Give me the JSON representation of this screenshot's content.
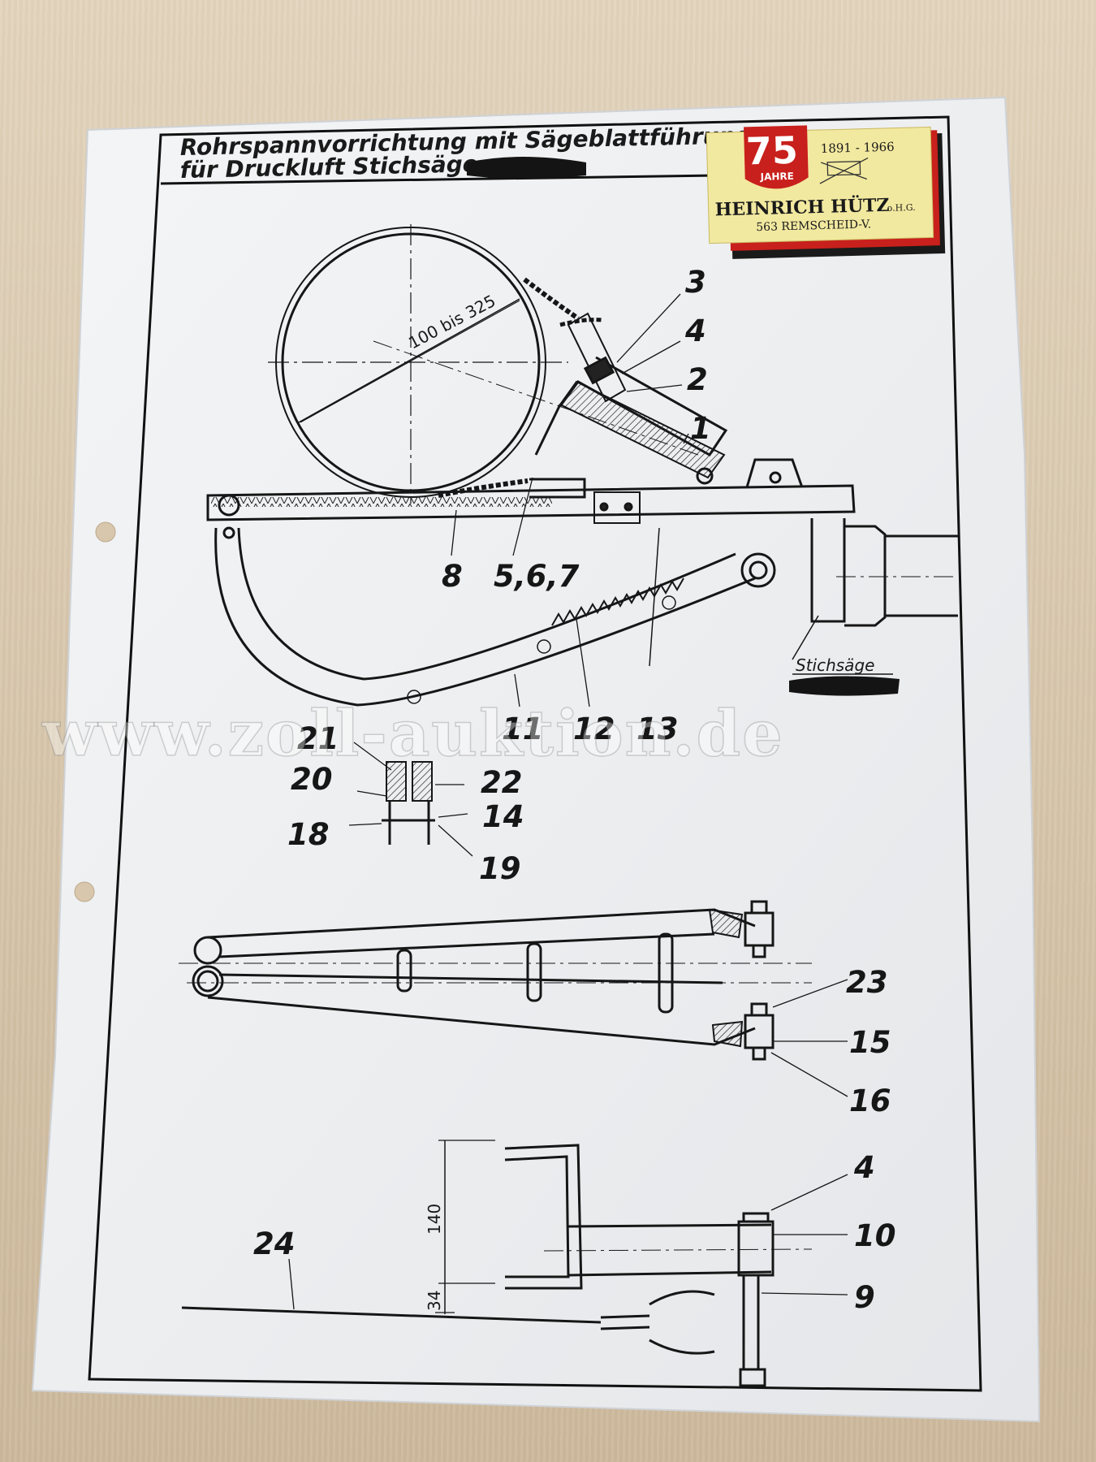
{
  "title": {
    "line1": "Rohrspannvorrichtung mit Sägeblattführung",
    "line2": "für Druckluft Stichsäge"
  },
  "stamp": {
    "number": "75",
    "jahre": "JAHRE",
    "years": "1891 - 1966",
    "company": "HEINRICH HÜTZ",
    "company_suffix": "o.H.G.",
    "city": "563 REMSCHEID-V.",
    "colors": {
      "badge": "#c8201c",
      "label": "#f2e9a0",
      "stripe_red": "#c8201c",
      "stripe_black": "#1a1a1a"
    }
  },
  "dimensions": {
    "diameter": "100 bis 325",
    "height": "140",
    "offset": "34"
  },
  "tool_label": "Stichsäge",
  "watermark": "www.zoll-auktion.de",
  "part_labels": {
    "p1": "1",
    "p2": "2",
    "p3": "3",
    "p4_top": "4",
    "p4_bottom": "4",
    "p5_6_7": "5,6,7",
    "p8": "8",
    "p9": "9",
    "p10": "10",
    "p11": "11",
    "p12": "12",
    "p13": "13",
    "p14": "14",
    "p15": "15",
    "p16": "16",
    "p18": "18",
    "p19": "19",
    "p20": "20",
    "p21": "21",
    "p22": "22",
    "p23": "23",
    "p24": "24"
  }
}
